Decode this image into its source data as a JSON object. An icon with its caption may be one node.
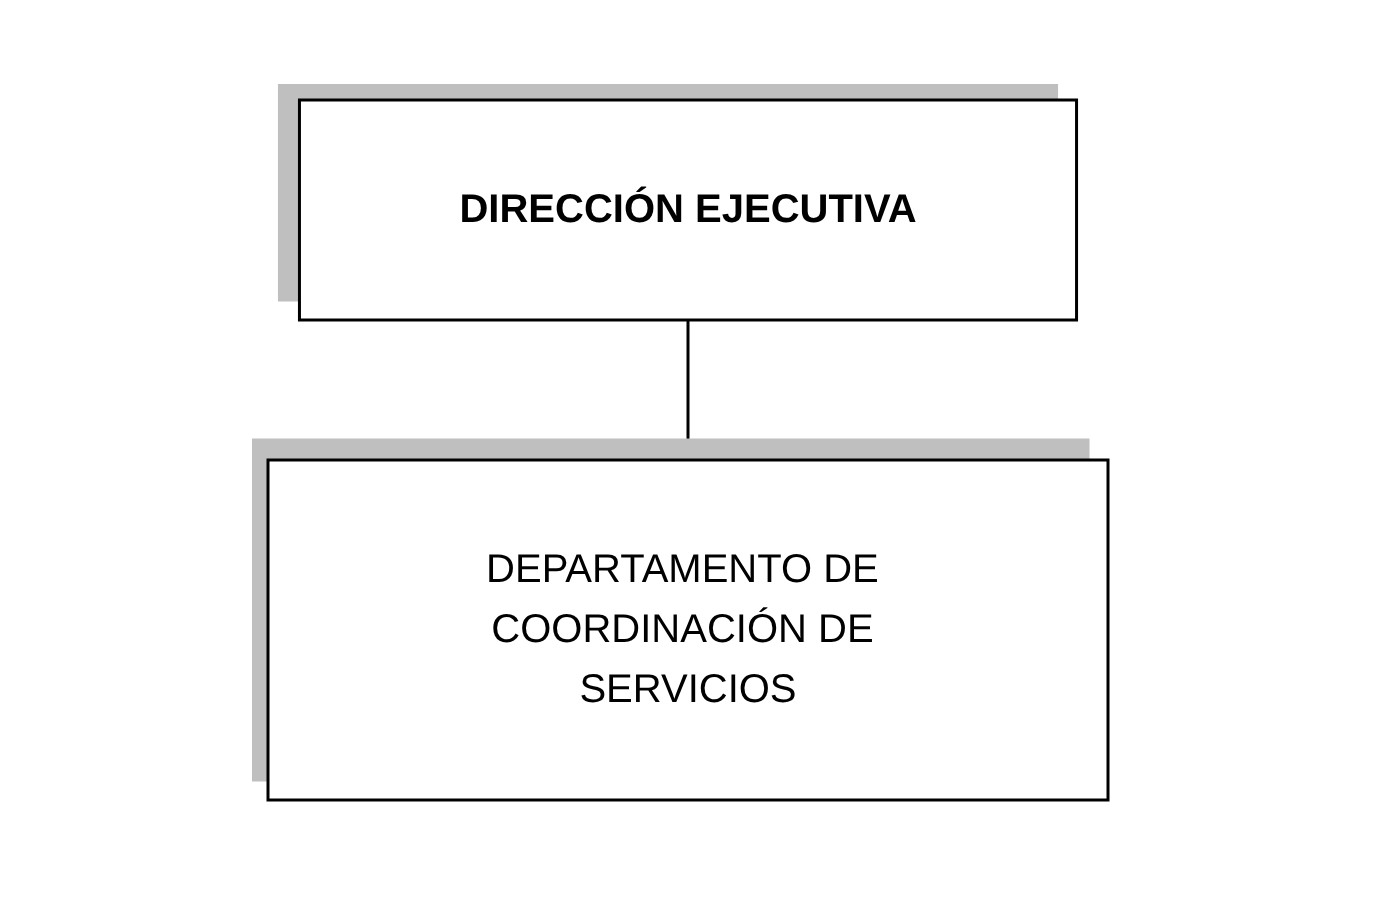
{
  "diagram": {
    "nodes": [
      {
        "text": [
          "DIRECCIÓN EJECUTIVA"
        ]
      },
      {
        "text": [
          "DEPARTAMENTO DE COORDINACIÓN DE SERVICIOS"
        ]
      }
    ],
    "edges": [
      {
        "from": 0,
        "to": 1,
        "arrow": "none"
      }
    ]
  }
}
